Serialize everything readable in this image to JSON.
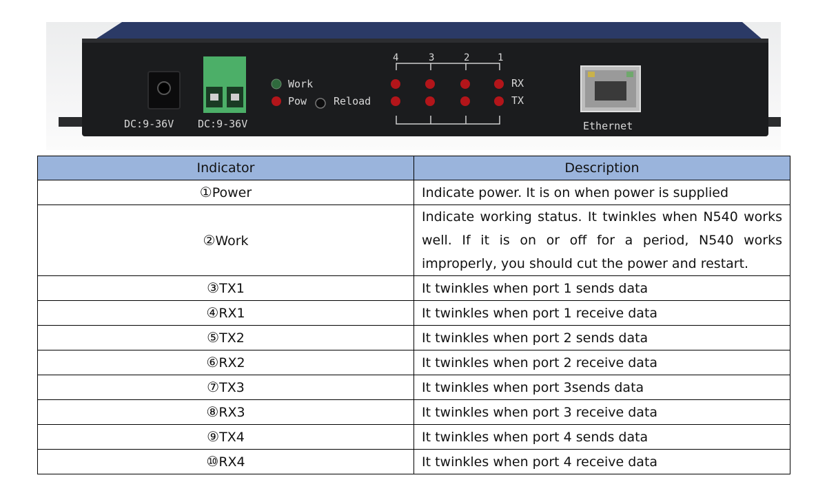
{
  "device_labels": {
    "dc_jack": "DC:9-36V",
    "dc_terminal": "DC:9-36V",
    "work": "Work",
    "pow": "Pow",
    "reload": "Reload",
    "port_numbers": [
      "4",
      "3",
      "2",
      "1"
    ],
    "rx": "RX",
    "tx": "TX",
    "ethernet": "Ethernet"
  },
  "table": {
    "headers": [
      "Indicator",
      "Description"
    ],
    "rows": [
      {
        "num": "①",
        "name": "Power",
        "desc": "Indicate power. It is on when power is supplied"
      },
      {
        "num": "②",
        "name": "Work",
        "desc": "Indicate working status. It twinkles when N540 works well. If it is on or off for a period, N540 works improperly, you should cut the power and restart."
      },
      {
        "num": "③",
        "name": "TX1",
        "desc": "It twinkles when port 1 sends data"
      },
      {
        "num": "④",
        "name": "RX1",
        "desc": "It twinkles when port 1 receive data"
      },
      {
        "num": "⑤",
        "name": "TX2",
        "desc": "It twinkles when port 2 sends data"
      },
      {
        "num": "⑥",
        "name": "RX2",
        "desc": "It twinkles when port 2 receive data"
      },
      {
        "num": "⑦",
        "name": "TX3",
        "desc": "It twinkles when port 3sends data"
      },
      {
        "num": "⑧",
        "name": "RX3",
        "desc": "It twinkles when port 3 receive data"
      },
      {
        "num": "⑨",
        "name": "TX4",
        "desc": "It twinkles when port 4 sends data"
      },
      {
        "num": "⑩",
        "name": "RX4",
        "desc": "It twinkles when port 4 receive data"
      }
    ]
  },
  "colors": {
    "header_bg": "#9ab4dc",
    "panel": "#1b1c1e",
    "led_red": "#b3151a",
    "led_green": "#2f6a3d",
    "terminal_green": "#4caf68"
  }
}
